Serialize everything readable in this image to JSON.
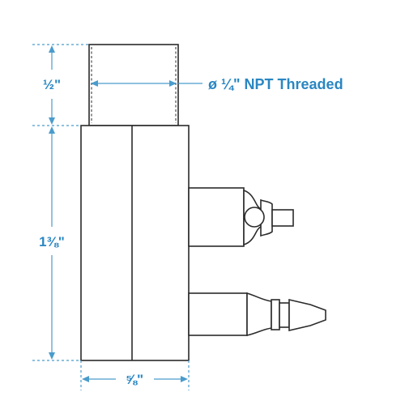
{
  "dimensions": {
    "top_height": "½\"",
    "body_height": "1⅜\"",
    "width": "⅝\"",
    "thread_callout": "ø ¼\" NPT Threaded"
  },
  "colors": {
    "dimension": "#2a86c2",
    "outline": "#2b2b2b",
    "background": "#ffffff"
  }
}
